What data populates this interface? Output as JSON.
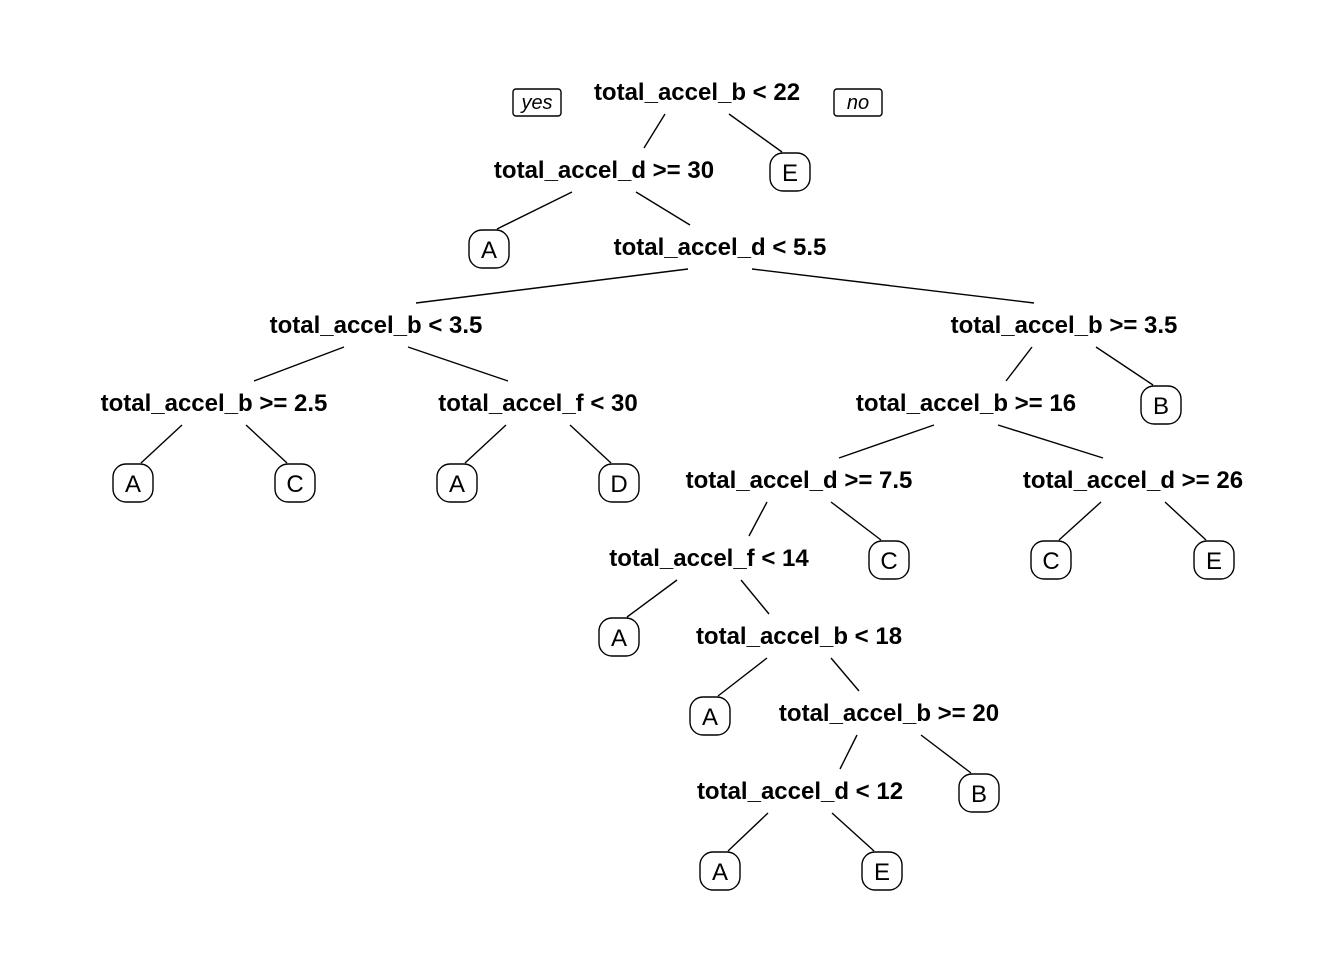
{
  "branch_labels": {
    "yes": "yes",
    "no": "no"
  },
  "splits": [
    {
      "id": "n1",
      "label": "total_accel_b < 22"
    },
    {
      "id": "n2",
      "label": "total_accel_d >= 30"
    },
    {
      "id": "n3",
      "label": "total_accel_d < 5.5"
    },
    {
      "id": "n4",
      "label": "total_accel_b < 3.5"
    },
    {
      "id": "n5",
      "label": "total_accel_b >= 3.5"
    },
    {
      "id": "n6",
      "label": "total_accel_b >= 2.5"
    },
    {
      "id": "n7",
      "label": "total_accel_f < 30"
    },
    {
      "id": "n8",
      "label": "total_accel_b >= 16"
    },
    {
      "id": "n9",
      "label": "total_accel_d >= 7.5"
    },
    {
      "id": "n10",
      "label": "total_accel_d >= 26"
    },
    {
      "id": "n11",
      "label": "total_accel_f < 14"
    },
    {
      "id": "n12",
      "label": "total_accel_b < 18"
    },
    {
      "id": "n13",
      "label": "total_accel_b >= 20"
    },
    {
      "id": "n14",
      "label": "total_accel_d < 12"
    }
  ],
  "leaves": [
    {
      "id": "l1",
      "label": "E"
    },
    {
      "id": "l2",
      "label": "A"
    },
    {
      "id": "l3",
      "label": "A"
    },
    {
      "id": "l4",
      "label": "C"
    },
    {
      "id": "l5",
      "label": "A"
    },
    {
      "id": "l6",
      "label": "D"
    },
    {
      "id": "l7",
      "label": "B"
    },
    {
      "id": "l8",
      "label": "C"
    },
    {
      "id": "l9",
      "label": "C"
    },
    {
      "id": "l10",
      "label": "E"
    },
    {
      "id": "l11",
      "label": "A"
    },
    {
      "id": "l12",
      "label": "A"
    },
    {
      "id": "l13",
      "label": "B"
    },
    {
      "id": "l14",
      "label": "A"
    },
    {
      "id": "l15",
      "label": "E"
    }
  ],
  "edges": [
    [
      "n1",
      "n2"
    ],
    [
      "n1",
      "l1"
    ],
    [
      "n2",
      "l2"
    ],
    [
      "n2",
      "n3"
    ],
    [
      "n3",
      "n4"
    ],
    [
      "n3",
      "n5"
    ],
    [
      "n4",
      "n6"
    ],
    [
      "n4",
      "n7"
    ],
    [
      "n6",
      "l3"
    ],
    [
      "n6",
      "l4"
    ],
    [
      "n7",
      "l5"
    ],
    [
      "n7",
      "l6"
    ],
    [
      "n5",
      "n8"
    ],
    [
      "n5",
      "l7"
    ],
    [
      "n8",
      "n9"
    ],
    [
      "n8",
      "n10"
    ],
    [
      "n9",
      "n11"
    ],
    [
      "n9",
      "l8"
    ],
    [
      "n10",
      "l9"
    ],
    [
      "n10",
      "l10"
    ],
    [
      "n11",
      "l11"
    ],
    [
      "n11",
      "n12"
    ],
    [
      "n12",
      "l12"
    ],
    [
      "n12",
      "n13"
    ],
    [
      "n13",
      "n14"
    ],
    [
      "n13",
      "l13"
    ],
    [
      "n14",
      "l14"
    ],
    [
      "n14",
      "l15"
    ]
  ]
}
